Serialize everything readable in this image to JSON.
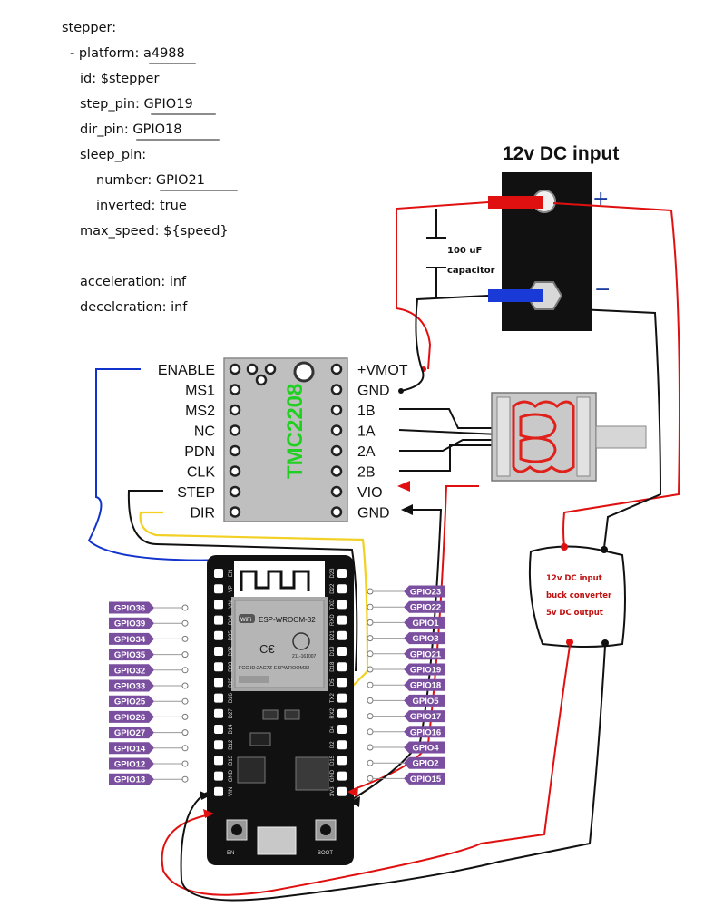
{
  "config": {
    "lines": [
      {
        "indent": 0,
        "key": "stepper:",
        "value": ""
      },
      {
        "indent": 1,
        "key": "- platform:",
        "value": "a4988"
      },
      {
        "indent": 2,
        "key": "id:",
        "value": "$stepper"
      },
      {
        "indent": 2,
        "key": "step_pin:",
        "value": "GPIO19"
      },
      {
        "indent": 2,
        "key": "dir_pin:",
        "value": "GPIO18"
      },
      {
        "indent": 2,
        "key": "sleep_pin:",
        "value": ""
      },
      {
        "indent": 3,
        "key": "number:",
        "value": "GPIO21"
      },
      {
        "indent": 3,
        "key": "inverted:",
        "value": "true"
      },
      {
        "indent": 2,
        "key": "max_speed:",
        "value": "${speed}"
      },
      {
        "indent": 2,
        "key": "acceleration:",
        "value": "inf"
      },
      {
        "indent": 2,
        "key": "deceleration:",
        "value": "inf"
      }
    ]
  },
  "power_supply": {
    "title": "12v DC input",
    "plus": "+",
    "minus": "−"
  },
  "capacitor": {
    "value": "100 uF",
    "name": "capacitor"
  },
  "driver": {
    "chip": "TMC2208",
    "left_pins": [
      "ENABLE",
      "MS1",
      "MS2",
      "NC",
      "PDN",
      "CLK",
      "STEP",
      "DIR"
    ],
    "right_pins": [
      "+VMOT",
      "GND",
      "1B",
      "1A",
      "2A",
      "2B",
      "VIO",
      "GND"
    ]
  },
  "buck_converter": {
    "line1": "12v DC input",
    "line2": "buck converter",
    "line3": "5v DC output"
  },
  "esp32": {
    "module": "ESP-WROOM-32",
    "wifi": "WiFi",
    "fcc": "FCC ID:2AC7Z-ESPWROOM32",
    "model_code": "211-161007",
    "en_label": "EN",
    "boot_label": "BOOT",
    "left_labels": [
      "GPIO36",
      "GPIO39",
      "GPIO34",
      "GPIO35",
      "GPIO32",
      "GPIO33",
      "GPIO25",
      "GPIO26",
      "GPIO27",
      "GPIO14",
      "GPIO12",
      "GPIO13"
    ],
    "right_labels": [
      "GPIO23",
      "GPIO22",
      "GPIO1",
      "GPIO3",
      "GPIO21",
      "GPIO19",
      "GPIO18",
      "GPIO5",
      "GPIO17",
      "GPIO16",
      "GPIO4",
      "GPIO2",
      "GPIO15"
    ],
    "left_silk": [
      "EN",
      "VP",
      "VN",
      "D34",
      "D35",
      "D32",
      "D33",
      "D25",
      "D26",
      "D27",
      "D14",
      "D12",
      "D13",
      "GND",
      "VIN"
    ],
    "right_silk": [
      "D23",
      "D22",
      "TXD",
      "RXD",
      "D21",
      "D19",
      "D18",
      "D5",
      "TX2",
      "RX2",
      "D4",
      "D2",
      "D15",
      "GND",
      "3V3"
    ]
  },
  "colors": {
    "gpio_tag": "#7b4fa0",
    "wire_red": "#e01010",
    "wire_black": "#111111",
    "wire_yellow": "#f2d024",
    "wire_blue": "#1133cc",
    "coil_red": "#e0201a"
  }
}
